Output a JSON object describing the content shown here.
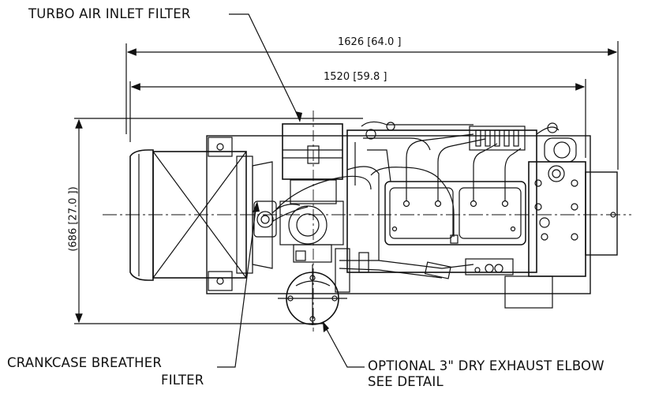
{
  "labels": {
    "turbo_filter": "TURBO AIR INLET FILTER",
    "crankcase_line1": "CRANKCASE BREATHER",
    "crankcase_line2": "FILTER",
    "exhaust_line1": "OPTIONAL 3\" DRY EXHAUST ELBOW",
    "exhaust_line2": "SEE DETAIL"
  },
  "dimensions": {
    "overall_length": "1626 [64.0 ]",
    "length_2": "1520 [59.8 ]",
    "width": "(686 [27.0 ])"
  },
  "colors": {
    "line": "#111111",
    "background": "#ffffff"
  }
}
